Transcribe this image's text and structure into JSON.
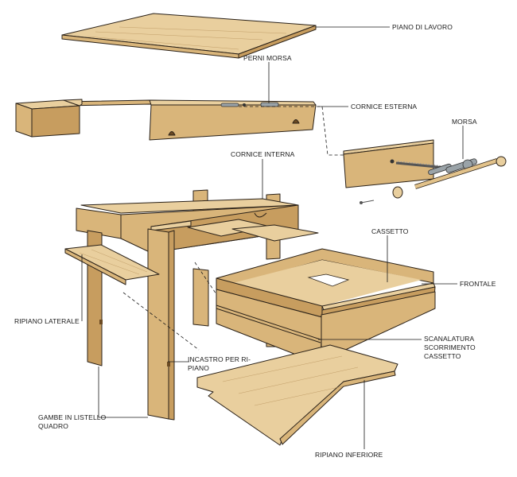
{
  "labels": {
    "piano_di_lavoro": "PIANO DI LAVORO",
    "perni_morsa": "PERNI MORSA",
    "cornice_esterna": "CORNICE ESTERNA",
    "morsa": "MORSA",
    "cornice_interna": "CORNICE INTERNA",
    "cassetto": "CASSETTO",
    "frontale": "FRONTALE",
    "ripiano_laterale": "RIPIANO LATERALE",
    "scanalatura_1": "SCANALATURA",
    "scanalatura_2": "SCORRIMENTO",
    "scanalatura_3": "CASSETTO",
    "incastro_1": "INCASTRO PER RI-",
    "incastro_2": "PIANO",
    "gambe_1": "GAMBE IN LISTELLO",
    "gambe_2": "QUADRO",
    "ripiano_inferiore": "RIPIANO INFERIORE"
  },
  "colors": {
    "wood_light": "#e9cf9e",
    "wood_mid": "#d9b57a",
    "wood_dark": "#c79d5f",
    "outline": "#2a2118"
  }
}
